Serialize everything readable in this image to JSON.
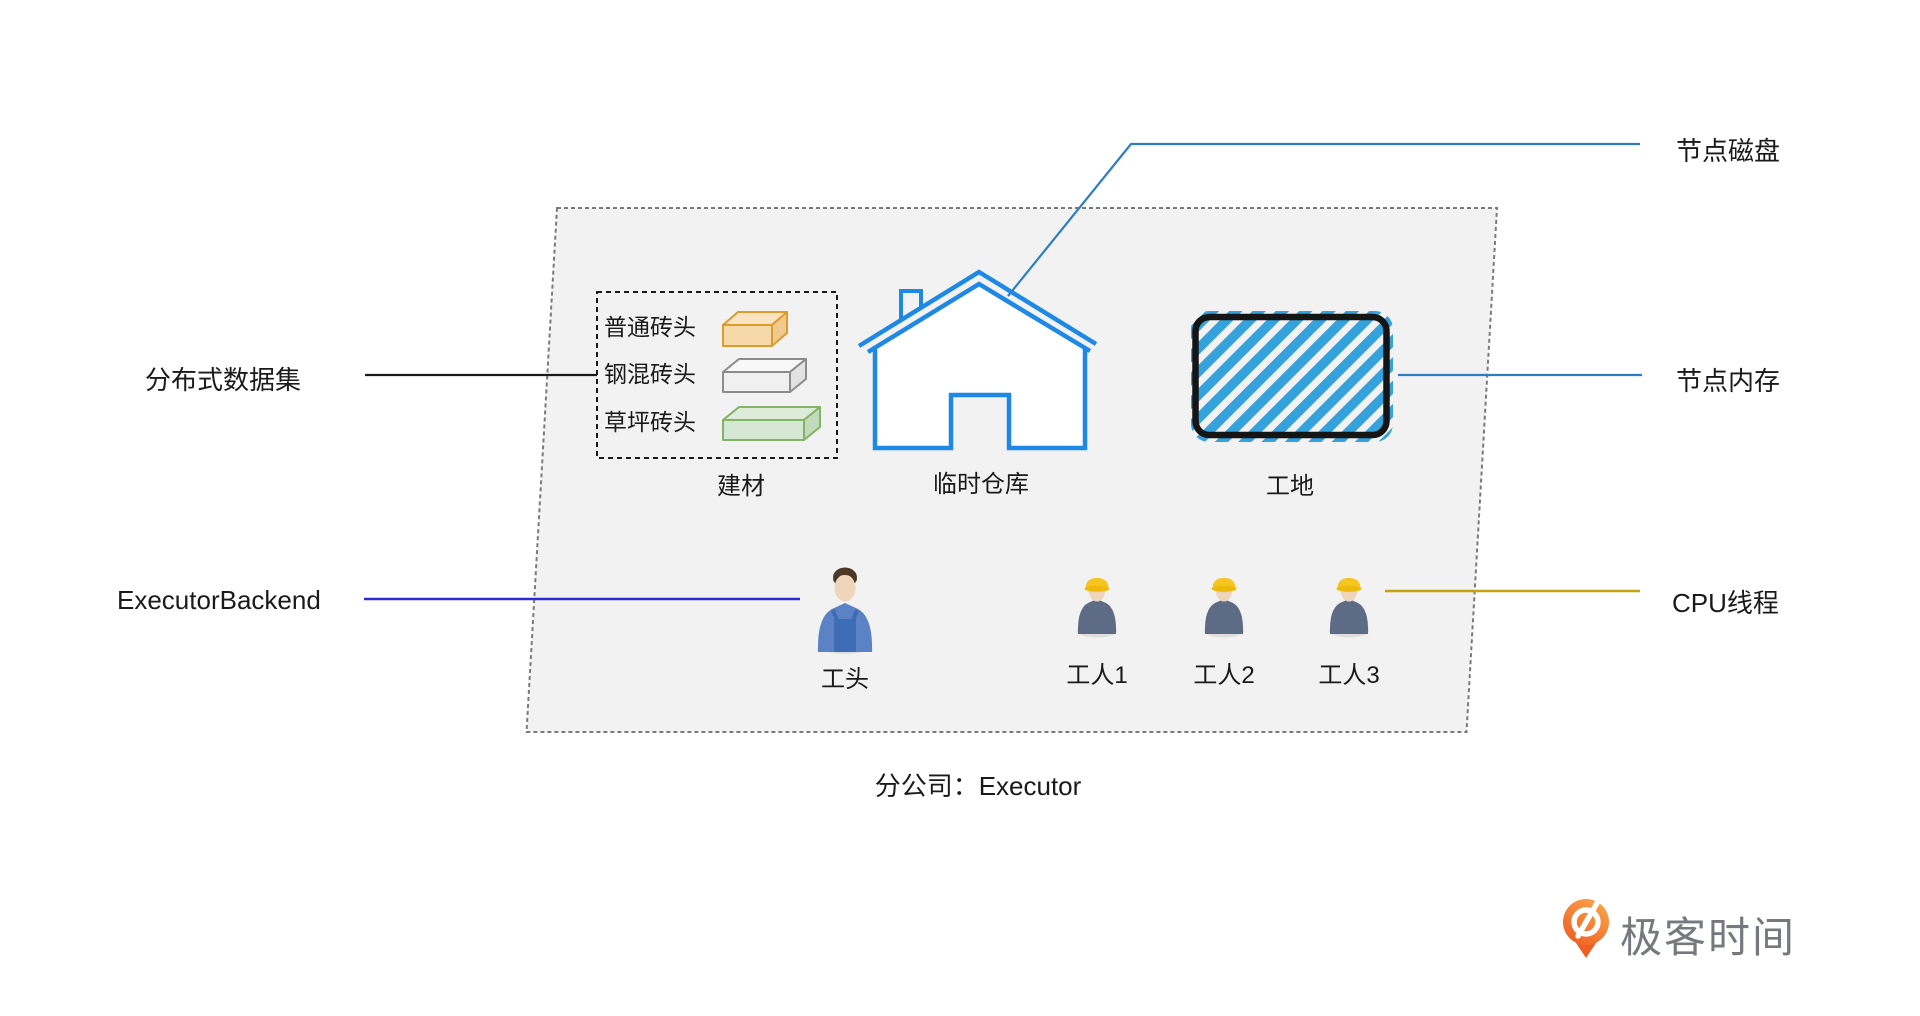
{
  "annotations": {
    "left": [
      {
        "text": "分布式数据集"
      },
      {
        "text": "ExecutorBackend"
      }
    ],
    "right": [
      {
        "text": "节点磁盘"
      },
      {
        "text": "节点内存"
      },
      {
        "text": "CPU线程"
      }
    ]
  },
  "executor_group": {
    "caption": "分公司：Executor",
    "materials": {
      "label": "建材",
      "bricks": [
        {
          "label": "普通砖头"
        },
        {
          "label": "钢混砖头"
        },
        {
          "label": "草坪砖头"
        }
      ]
    },
    "warehouse": {
      "label": "临时仓库"
    },
    "site": {
      "label": "工地"
    },
    "foreman": {
      "label": "工头"
    },
    "workers": [
      {
        "label": "工人1"
      },
      {
        "label": "工人2"
      },
      {
        "label": "工人3"
      }
    ]
  },
  "logo": {
    "text": "极客时间"
  },
  "colors": {
    "text": "#1A1A1A",
    "container_fill": "#F2F2F2",
    "container_border": "#7A7A7A",
    "inner_border": "#1A1A1A",
    "house_blue": "#1E88E5",
    "hatch_blue": "#35A2DC",
    "site_border": "#151515",
    "connector_blue": "#2E7EBF",
    "connector_black": "#1A1A1A",
    "executor_line": "#2B2BD6",
    "cpu_line": "#C5A30E",
    "brick1_stroke": "#DB9B2D",
    "brick1_top": "#FAE3C0",
    "brick1_front": "#F6D9A8",
    "brick1_side": "#EFC98D",
    "brick2_stroke": "#8C8C8C",
    "brick2_top": "#F8F8F8",
    "brick2_front": "#F0F0F0",
    "brick2_side": "#E2E2E2",
    "brick3_stroke": "#82B366",
    "brick3_top": "#DDEBD9",
    "brick3_front": "#D5E8D4",
    "brick3_side": "#C2DBBC",
    "logo_orange_1": "#F9A64A",
    "logo_orange_2": "#EF5E22",
    "logo_text": "#75797E"
  }
}
